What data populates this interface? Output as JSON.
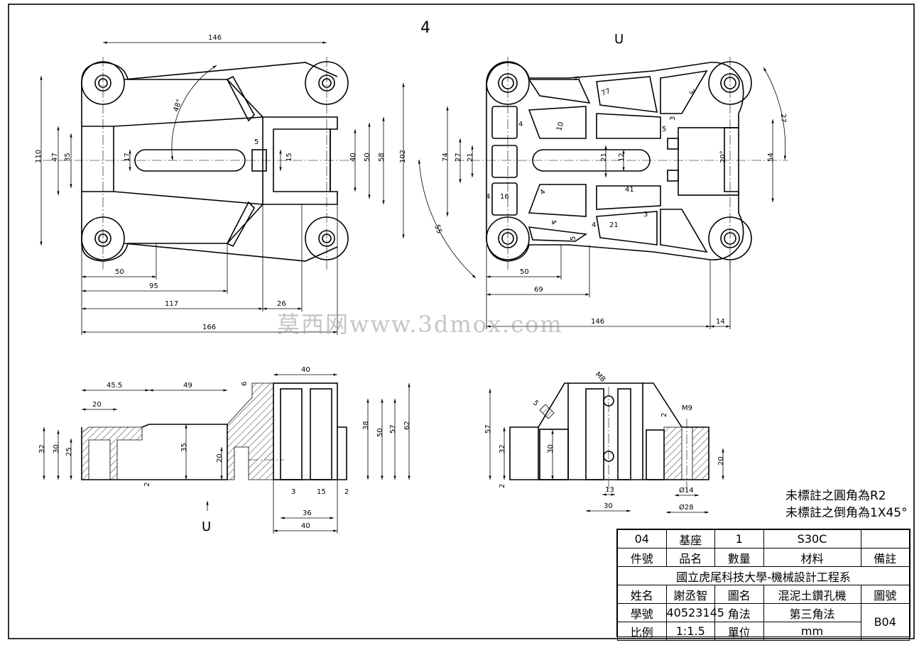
{
  "sheet": {
    "view_number": "4",
    "view_label_top": "U",
    "view_label_bottom": "U",
    "watermark": "莫西网www.3dmox.com"
  },
  "notes": {
    "line1": "未標註之圓角為R2",
    "line2": "未標註之倒角為1X45°"
  },
  "top_view_dims": {
    "d146": "146",
    "d110": "110",
    "d47": "47",
    "d35": "35",
    "d17": "17",
    "d48": "48°",
    "d5": "5",
    "d15": "15",
    "d40": "40",
    "d50": "50",
    "d58": "58",
    "d102": "102",
    "d50b": "50",
    "d95": "95",
    "d117": "117",
    "d26": "26",
    "d166": "166"
  },
  "bottom_view_dims": {
    "d5a": "5",
    "d77": "77",
    "d3a": "3",
    "d27a": "27",
    "d10": "10",
    "d4a": "4",
    "d3b": "3",
    "d5b": "5",
    "d74": "74",
    "d27b": "27",
    "d21a": "21",
    "d21b": "21",
    "d12": "12",
    "d20deg": "20°",
    "d54": "54",
    "d55": "55",
    "d4b": "4",
    "d16": "16",
    "d41": "41",
    "d3c": "3",
    "d4c": "4",
    "d4d": "4",
    "d21c": "21",
    "d5c": "5",
    "d50": "50",
    "d69": "69",
    "d146": "146",
    "d14": "14"
  },
  "front_view_dims": {
    "d45_5": "45.5",
    "d49": "49",
    "d20": "20",
    "d6": "6",
    "d40": "40",
    "d32": "32",
    "d30": "30",
    "d25": "25",
    "d35": "35",
    "d20b": "20",
    "d2": "2",
    "d38": "38",
    "d50": "50",
    "d57": "57",
    "d62": "62",
    "d3": "3",
    "d15": "15",
    "d2b": "2",
    "d36": "36",
    "d40b": "40"
  },
  "side_view_dims": {
    "dM8": "M8",
    "d5": "5",
    "dM9": "M9",
    "d2": "2",
    "d57": "57",
    "d32": "32",
    "d30": "30",
    "d2b": "2",
    "d20": "20",
    "d13": "13",
    "d30b": "30",
    "d14": "Ø14",
    "d28": "Ø28"
  },
  "title_block": {
    "part_no": "04",
    "part_name": "基座",
    "quantity": "1",
    "material": "S30C",
    "remarks": "",
    "h_part_no": "件號",
    "h_part_name": "品名",
    "h_quantity": "數量",
    "h_material": "材料",
    "h_remarks": "備註",
    "school": "國立虎尾科技大學-機械設計工程系",
    "h_name": "姓名",
    "name": "謝丞智",
    "h_drawing_name": "圖名",
    "drawing_name": "混泥土鑽孔機",
    "h_drawing_no": "圖號",
    "h_student_no": "學號",
    "student_no": "40523145",
    "h_projection": "角法",
    "projection": "第三角法",
    "drawing_no": "B04",
    "h_scale": "比例",
    "scale": "1:1.5",
    "h_unit": "單位",
    "unit": "mm"
  }
}
